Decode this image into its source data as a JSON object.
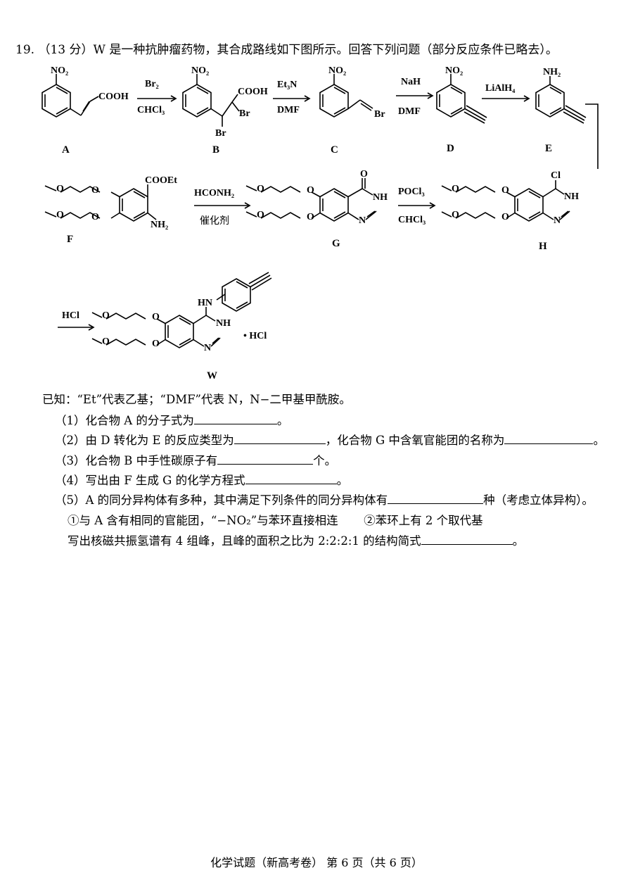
{
  "question": {
    "number": "19.",
    "header": "（13 分）W 是一种抗肿瘤药物，其合成路线如下图所示。回答下列问题（部分反应条件已略去）。"
  },
  "scheme": {
    "compounds": [
      "A",
      "B",
      "C",
      "D",
      "E",
      "F",
      "G",
      "H",
      "W"
    ],
    "groups": {
      "no2": "NO₂",
      "cooh": "COOH",
      "br": "Br",
      "nh2": "NH₂",
      "cooet": "COOEt",
      "o": "O",
      "nh": "NH",
      "n": "N",
      "cl": "Cl",
      "hn": "HN",
      "hcl_salt": "• HCl"
    },
    "reagents": {
      "r1_top": "Br₂",
      "r1_bottom": "CHCl₃",
      "r2_top": "Et₃N",
      "r2_bottom": "DMF",
      "r3_top": "NaH",
      "r3_bottom": "DMF",
      "r4_top": "LiAlH₄",
      "r5_top": "HCONH₂",
      "r5_bottom": "催化剂",
      "r6_top": "POCl₃",
      "r6_bottom": "CHCl₃",
      "r7_top": "HCl"
    }
  },
  "known": "已知：“Et”代表乙基；“DMF”代表 N，N−二甲基甲酰胺。",
  "items": {
    "q1_a": "（1）化合物 A 的分子式为",
    "q1_b": "。",
    "q2_a": "（2）由 D 转化为 E 的反应类型为",
    "q2_b": "，化合物 G 中含氧官能团的名称为",
    "q2_c": "。",
    "q3_a": "（3）化合物 B 中手性碳原子有",
    "q3_b": "个。",
    "q4_a": "（4）写出由 F 生成 G 的化学方程式",
    "q4_b": "。",
    "q5_a": "（5）A 的同分异构体有多种，其中满足下列条件的同分异构体有",
    "q5_b": "种（考虑立体异构）。",
    "q5_cond1": "①与 A 含有相同的官能团，“−NO₂”与苯环直接相连",
    "q5_cond2": "②苯环上有 2 个取代基",
    "q5_nmr_a": "写出核磁共振氢谱有 4 组峰，且峰的面积之比为 2:2:2:1 的结构简式",
    "q5_nmr_b": "。"
  },
  "footer": "化学试题（新高考卷） 第 6 页（共 6 页）"
}
